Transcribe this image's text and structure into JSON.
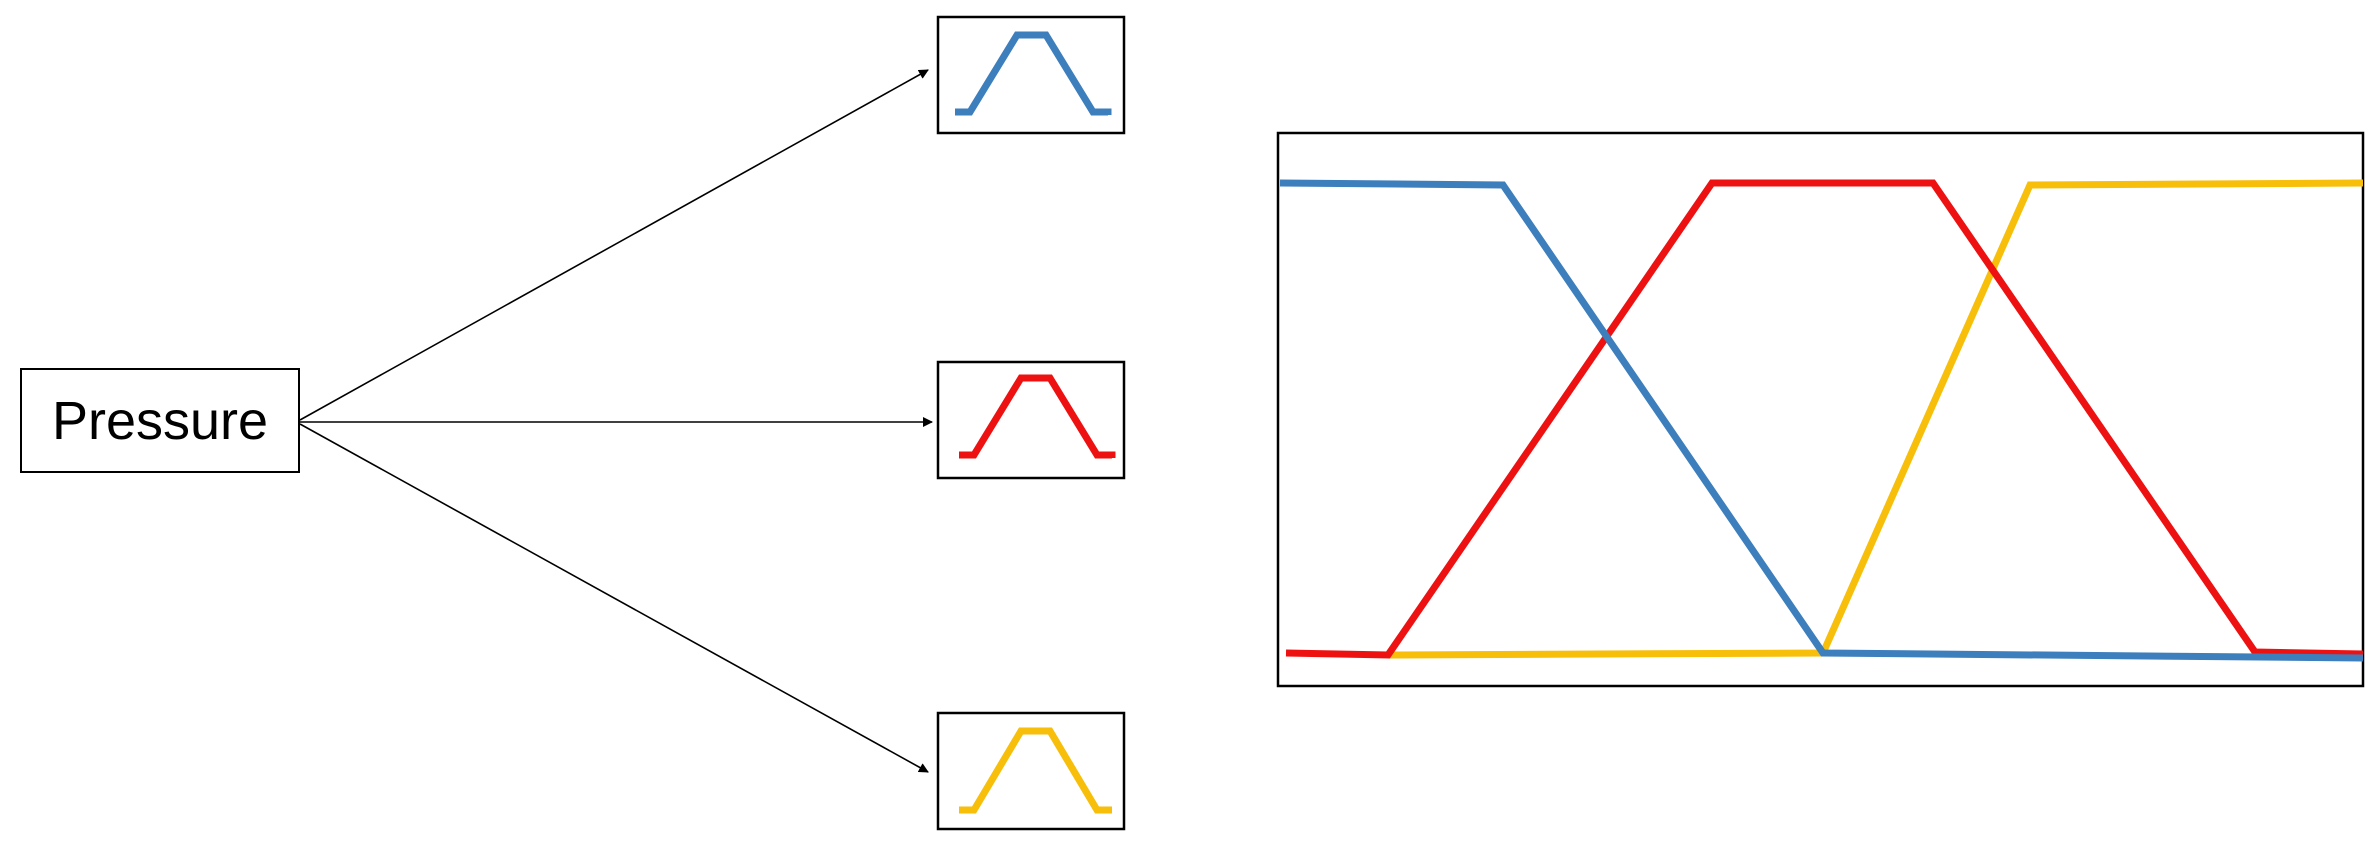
{
  "input": {
    "label": "Pressure"
  },
  "membership_icons": [
    {
      "name": "blue-trapezoid-icon",
      "color": "#3d7ebd"
    },
    {
      "name": "red-trapezoid-icon",
      "color": "#ee1111"
    },
    {
      "name": "yellow-trapezoid-icon",
      "color": "#f7be0a"
    }
  ],
  "membership_chart": {
    "series": [
      {
        "color": "#3d7ebd",
        "shape": "left-shoulder"
      },
      {
        "color": "#ee1111",
        "shape": "trapezoid"
      },
      {
        "color": "#f7be0a",
        "shape": "right-shoulder"
      }
    ]
  }
}
